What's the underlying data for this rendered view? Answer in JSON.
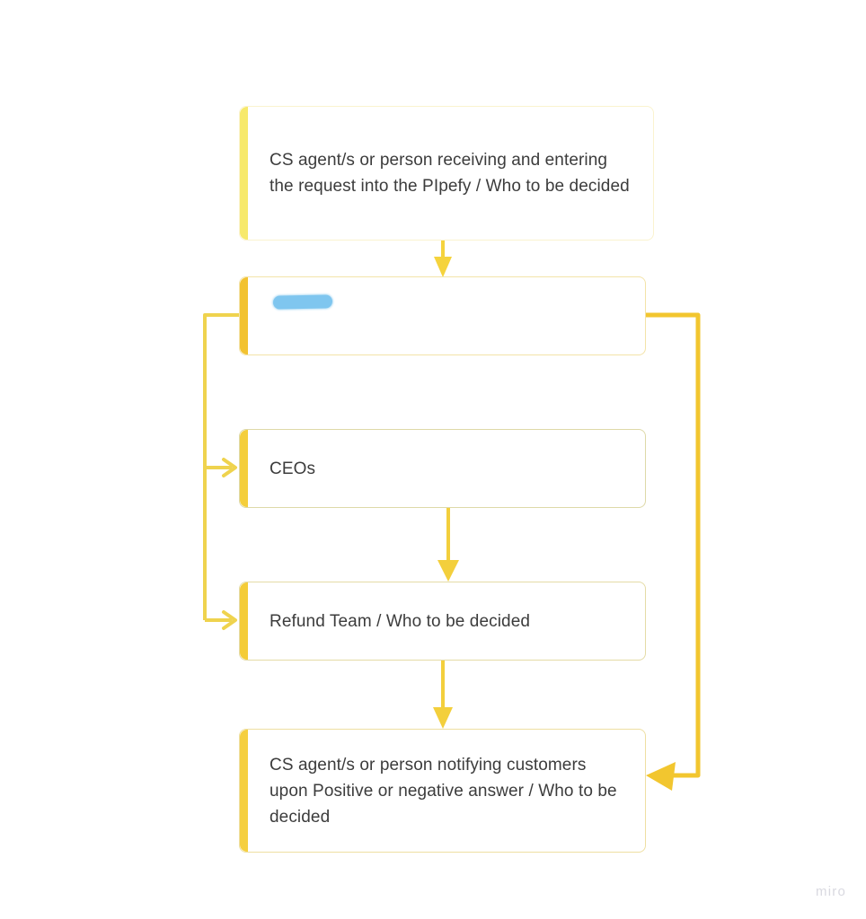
{
  "board": {
    "background_color": "#ffffff",
    "watermark": "miro"
  },
  "diagram": {
    "type": "flowchart",
    "text_color": "#3c3c3c",
    "nodes": [
      {
        "id": "node-1",
        "label": "CS agent/s or person receiving and entering the request into the PIpefy / Who to be decided",
        "accent_color": "#f7e96b",
        "border_color": "#faf3cf",
        "redacted": false
      },
      {
        "id": "node-2",
        "label": "",
        "accent_color": "#f2c230",
        "border_color": "#f3e3a8",
        "redacted": true,
        "redaction_color": "#7fc6ef",
        "redaction_note": "label obscured by blue highlighter scribble"
      },
      {
        "id": "node-3",
        "label": "CEOs",
        "accent_color": "#f4ce3c",
        "border_color": "#ded9a8",
        "redacted": false
      },
      {
        "id": "node-4",
        "label": "Refund Team / Who to be decided",
        "accent_color": "#f4cc38",
        "border_color": "#e4dba6",
        "redacted": false
      },
      {
        "id": "node-5",
        "label": "CS agent/s or person notifying customers upon Positive or negative answer / Who to be decided",
        "accent_color": "#f5cf40",
        "border_color": "#eedfa2",
        "redacted": false
      }
    ],
    "connectors": [
      {
        "id": "edge-1-2",
        "from": "node-1",
        "to": "node-2",
        "color": "#f5d33d",
        "style": "straight-down"
      },
      {
        "id": "edge-2-3",
        "from": "node-2",
        "to": "node-3",
        "color": "#efd34e",
        "style": "left-elbow"
      },
      {
        "id": "edge-2-4",
        "from": "node-2",
        "to": "node-4",
        "color": "#efd34e",
        "style": "left-elbow"
      },
      {
        "id": "edge-3-4",
        "from": "node-3",
        "to": "node-4",
        "color": "#f3cf3c",
        "style": "straight-down"
      },
      {
        "id": "edge-4-5",
        "from": "node-4",
        "to": "node-5",
        "color": "#f3cf3c",
        "style": "straight-down"
      },
      {
        "id": "edge-2-5",
        "from": "node-2",
        "to": "node-5",
        "color": "#f2c62f",
        "style": "right-elbow"
      }
    ]
  }
}
